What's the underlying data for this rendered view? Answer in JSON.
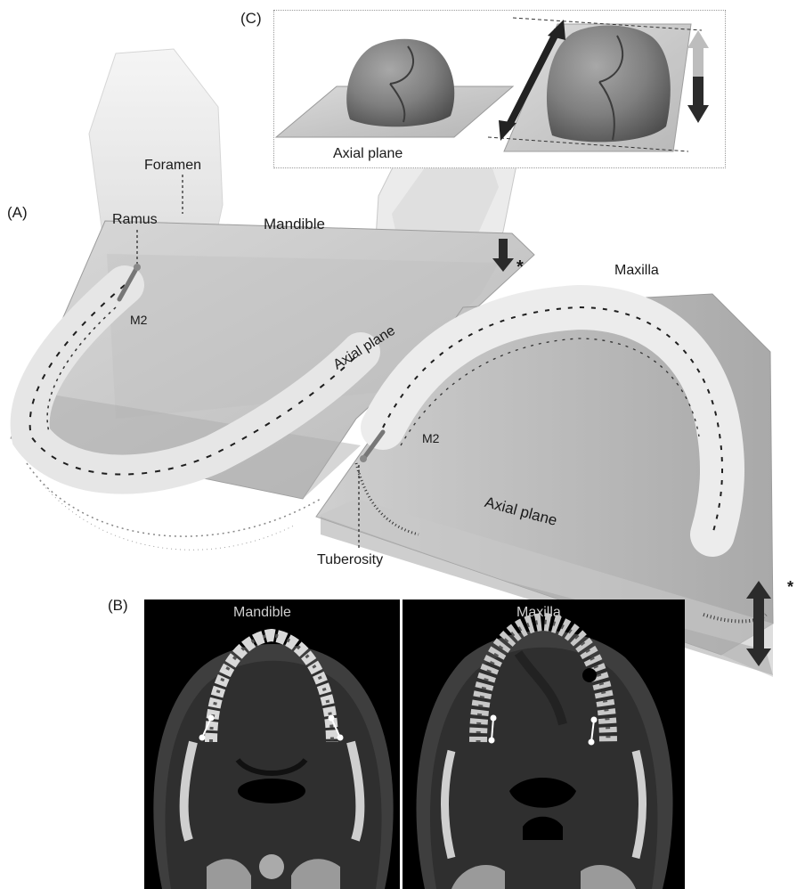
{
  "panels": {
    "a": "(A)",
    "b": "(B)",
    "c": "(C)"
  },
  "labels": {
    "foramen": "Foramen",
    "ramus": "Ramus",
    "mandible": "Mandible",
    "maxilla": "Maxilla",
    "m2_mandible": "M2",
    "m2_maxilla": "M2",
    "axial_plane_mandible": "Axial plane",
    "axial_plane_maxilla": "Axial plane",
    "tuberosity": "Tuberosity",
    "asterisk_mandible": "*",
    "asterisk_maxilla": "*"
  },
  "inset": {
    "axial_plane": "Axial plane"
  },
  "ct": {
    "left_title": "Mandible",
    "right_title": "Maxilla"
  },
  "colors": {
    "plane": "#c9c9c9",
    "plane_edge": "#9c9c9c",
    "ct_bg": "#000000",
    "ct_title": "#cfcfcf",
    "arrow": "#2b2b2b"
  }
}
